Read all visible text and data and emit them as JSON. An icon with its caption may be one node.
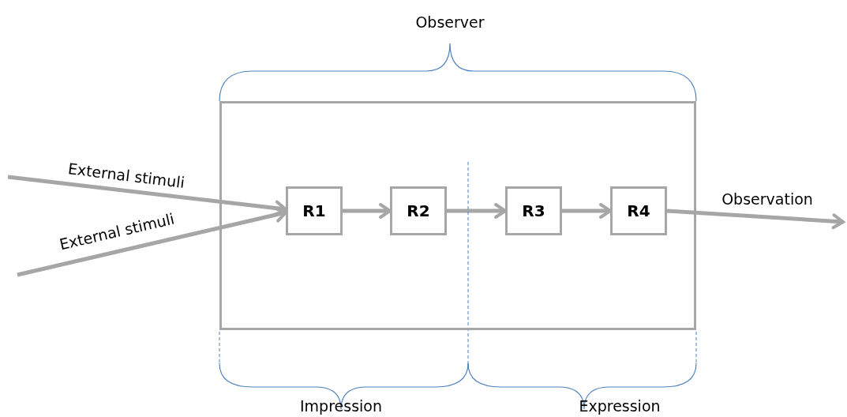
{
  "diagram": {
    "nodes": [
      {
        "text": [],
        "shape": "box"
      },
      {
        "text": [
          "R1"
        ],
        "in": 0
      },
      {
        "text": [
          "R2"
        ],
        "in": 0
      },
      {
        "text": [
          "R3"
        ],
        "in": 0
      },
      {
        "text": [
          "R4"
        ],
        "in": 0
      }
    ],
    "edges": [
      {
        "from": null,
        "to": 1,
        "arrow": "to",
        "label": "External stimuli"
      },
      {
        "from": null,
        "to": 1,
        "arrow": "to",
        "label": "External stimuli"
      },
      {
        "from": 1,
        "to": 2,
        "arrow": "to"
      },
      {
        "from": 2,
        "to": 3,
        "arrow": "to"
      },
      {
        "from": 3,
        "to": 4,
        "arrow": "to"
      },
      {
        "from": 4,
        "to": null,
        "arrow": "to",
        "label": "Observation"
      }
    ],
    "labels": [
      "Observer",
      "Impression",
      "Expression"
    ]
  }
}
